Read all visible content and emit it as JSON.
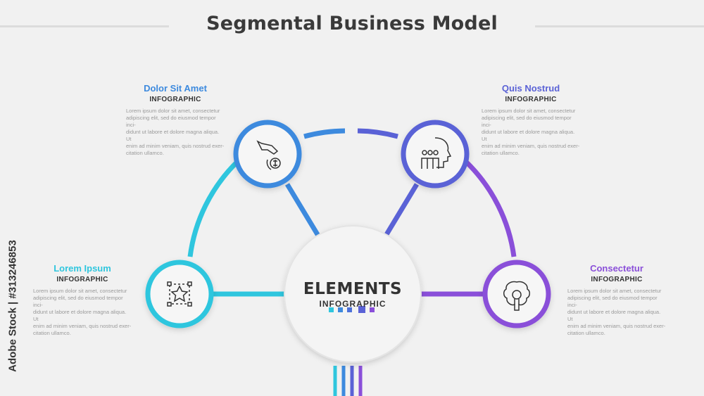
{
  "title": "Segmental Business Model",
  "center": {
    "title": "ELEMENTS",
    "subtitle": "INFOGRAPHIC"
  },
  "colors": {
    "cyan": "#2fc6de",
    "blue": "#3d8ade",
    "indigo": "#5a62d6",
    "violet": "#8a4fd9"
  },
  "items": [
    {
      "heading": "Lorem Ipsum",
      "subheading": "INFOGRAPHIC",
      "icon": "star-icon",
      "text": "Lorem ipsum dolor sit amet, consectetur\nadipiscing elit, sed do eiusmod tempor inci-\ndidunt ut labore et dolore magna aliqua. Ut\nenim ad minim veniam, quis nostrud exer-\ncitation ullamco."
    },
    {
      "heading": "Dolor Sit Amet",
      "subheading": "INFOGRAPHIC",
      "icon": "hand-coin-icon",
      "text": "Lorem ipsum dolor sit amet, consectetur\nadipiscing elit, sed do eiusmod tempor inci-\ndidunt ut labore et dolore magna aliqua. Ut\nenim ad minim veniam, quis nostrud exer-\ncitation ullamco."
    },
    {
      "heading": "Quis Nostrud",
      "subheading": "INFOGRAPHIC",
      "icon": "team-head-icon",
      "text": "Lorem ipsum dolor sit amet, consectetur\nadipiscing elit, sed do eiusmod tempor inci-\ndidunt ut labore et dolore magna aliqua. Ut\nenim ad minim veniam, quis nostrud exer-\ncitation ullamco."
    },
    {
      "heading": "Consectetur",
      "subheading": "INFOGRAPHIC",
      "icon": "brain-bulb-icon",
      "text": "Lorem ipsum dolor sit amet, consectetur\nadipiscing elit, sed do eiusmod tempor inci-\ndidunt ut labore et dolore magna aliqua. Ut\nenim ad minim veniam, quis nostrud exer-\ncitation ullamco."
    }
  ],
  "watermark": "Adobe Stock | #313246853"
}
